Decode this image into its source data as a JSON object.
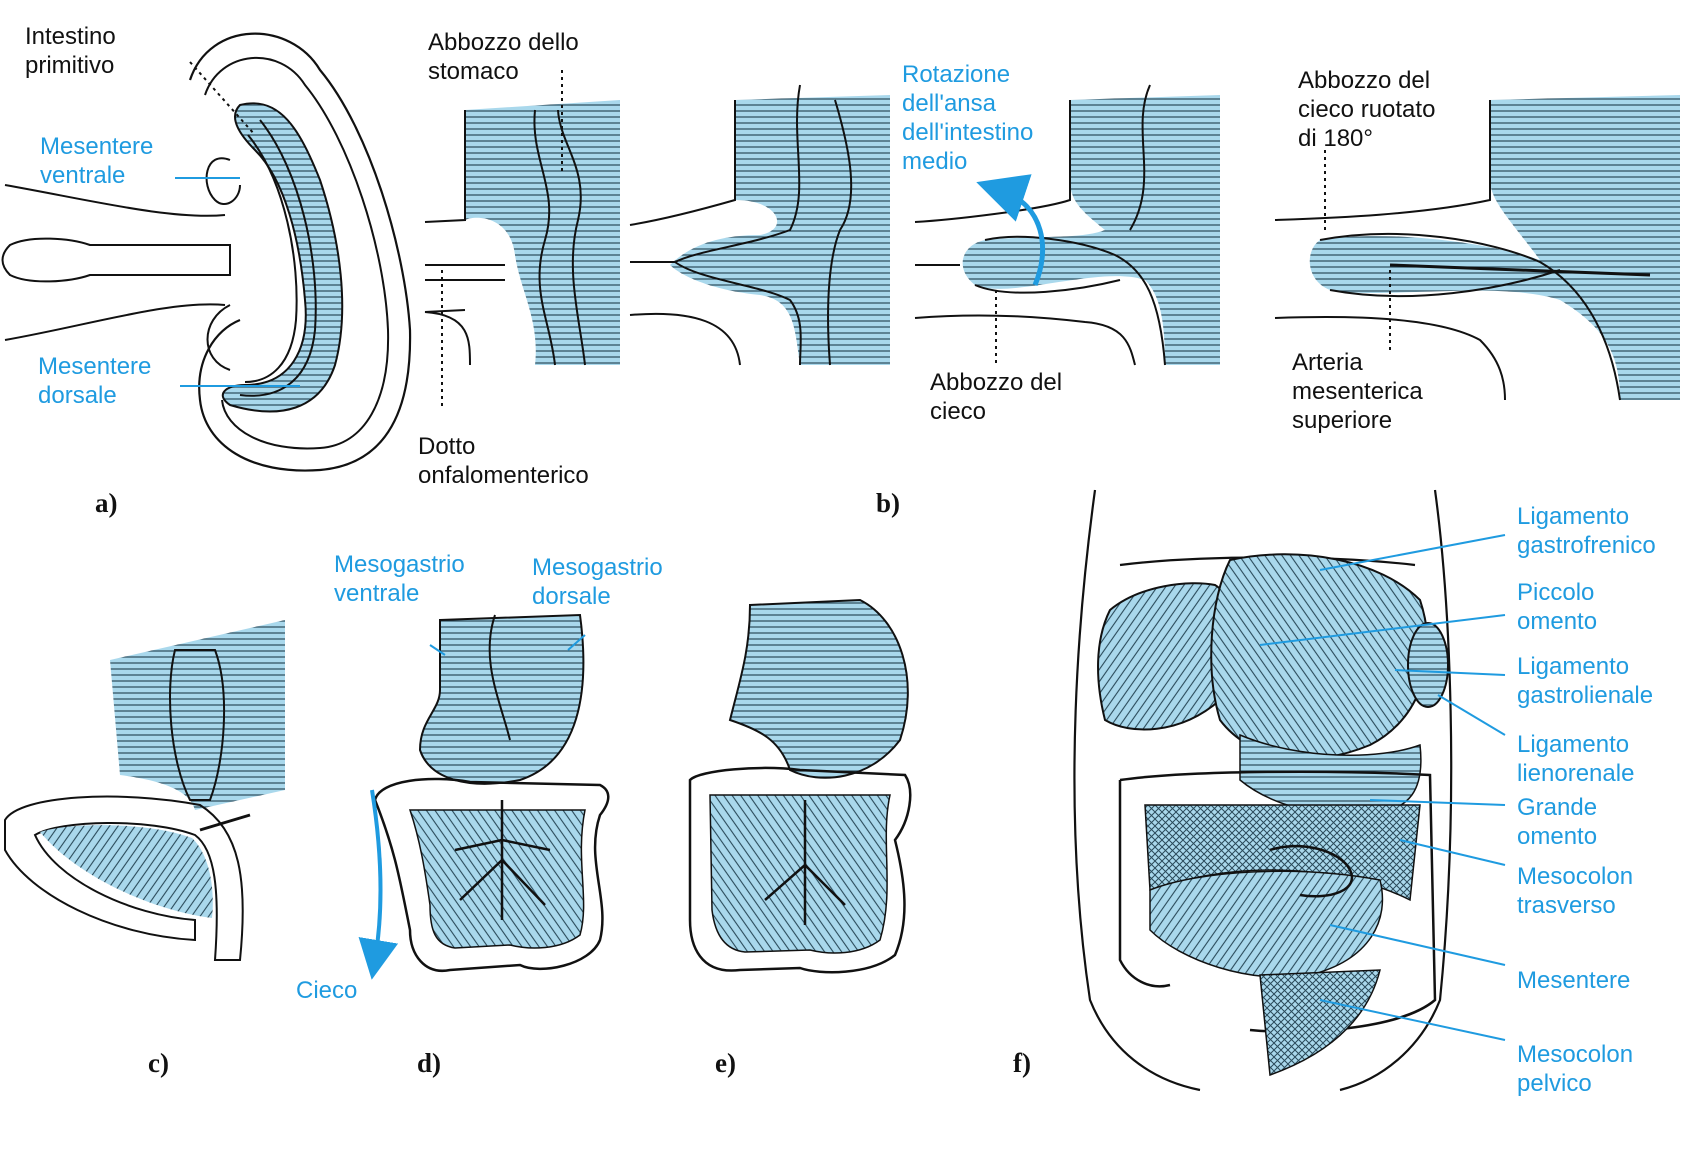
{
  "colors": {
    "tissue_fill": "#a9d8ec",
    "stripe": "#2a4a5a",
    "outline": "#111111",
    "label_blue": "#1f9be0",
    "label_black": "#111111"
  },
  "labels": {
    "intestino_primitivo": [
      "Intestino",
      "primitivo"
    ],
    "mesentere_ventrale": [
      "Mesentere",
      "ventrale"
    ],
    "mesentere_dorsale": [
      "Mesentere",
      "dorsale"
    ],
    "abbozzo_stomaco": [
      "Abbozzo dello",
      "stomaco"
    ],
    "dotto_onfalomenterico": [
      "Dotto",
      "onfalomenterico"
    ],
    "rotazione_ansa": [
      "Rotazione",
      "dell'ansa",
      "dell'intestino",
      "medio"
    ],
    "abbozzo_cieco": [
      "Abbozzo del",
      "cieco"
    ],
    "abbozzo_cieco_ruotato": [
      "Abbozzo del",
      "cieco ruotato",
      "di 180°"
    ],
    "arteria_mesenterica": [
      "Arteria",
      "mesenterica",
      "superiore"
    ],
    "mesogastrio_ventrale": [
      "Mesogastrio",
      "ventrale"
    ],
    "mesogastrio_dorsale": [
      "Mesogastrio",
      "dorsale"
    ],
    "cieco": [
      "Cieco"
    ],
    "ligamento_gastrofrenico": [
      "Ligamento",
      "gastrofrenico"
    ],
    "piccolo_omento": [
      "Piccolo",
      "omento"
    ],
    "ligamento_gastrolienale": [
      "Ligamento",
      "gastrolienale"
    ],
    "ligamento_lienorenale": [
      "Ligamento",
      "lienorenale"
    ],
    "grande_omento": [
      "Grande",
      "omento"
    ],
    "mesocolon_trasverso": [
      "Mesocolon",
      "trasverso"
    ],
    "mesentere": [
      "Mesentere"
    ],
    "mesocolon_pelvico": [
      "Mesocolon",
      "pelvico"
    ]
  },
  "panels": {
    "a": "a)",
    "b": "b)",
    "c": "c)",
    "d": "d)",
    "e": "e)",
    "f": "f)"
  }
}
